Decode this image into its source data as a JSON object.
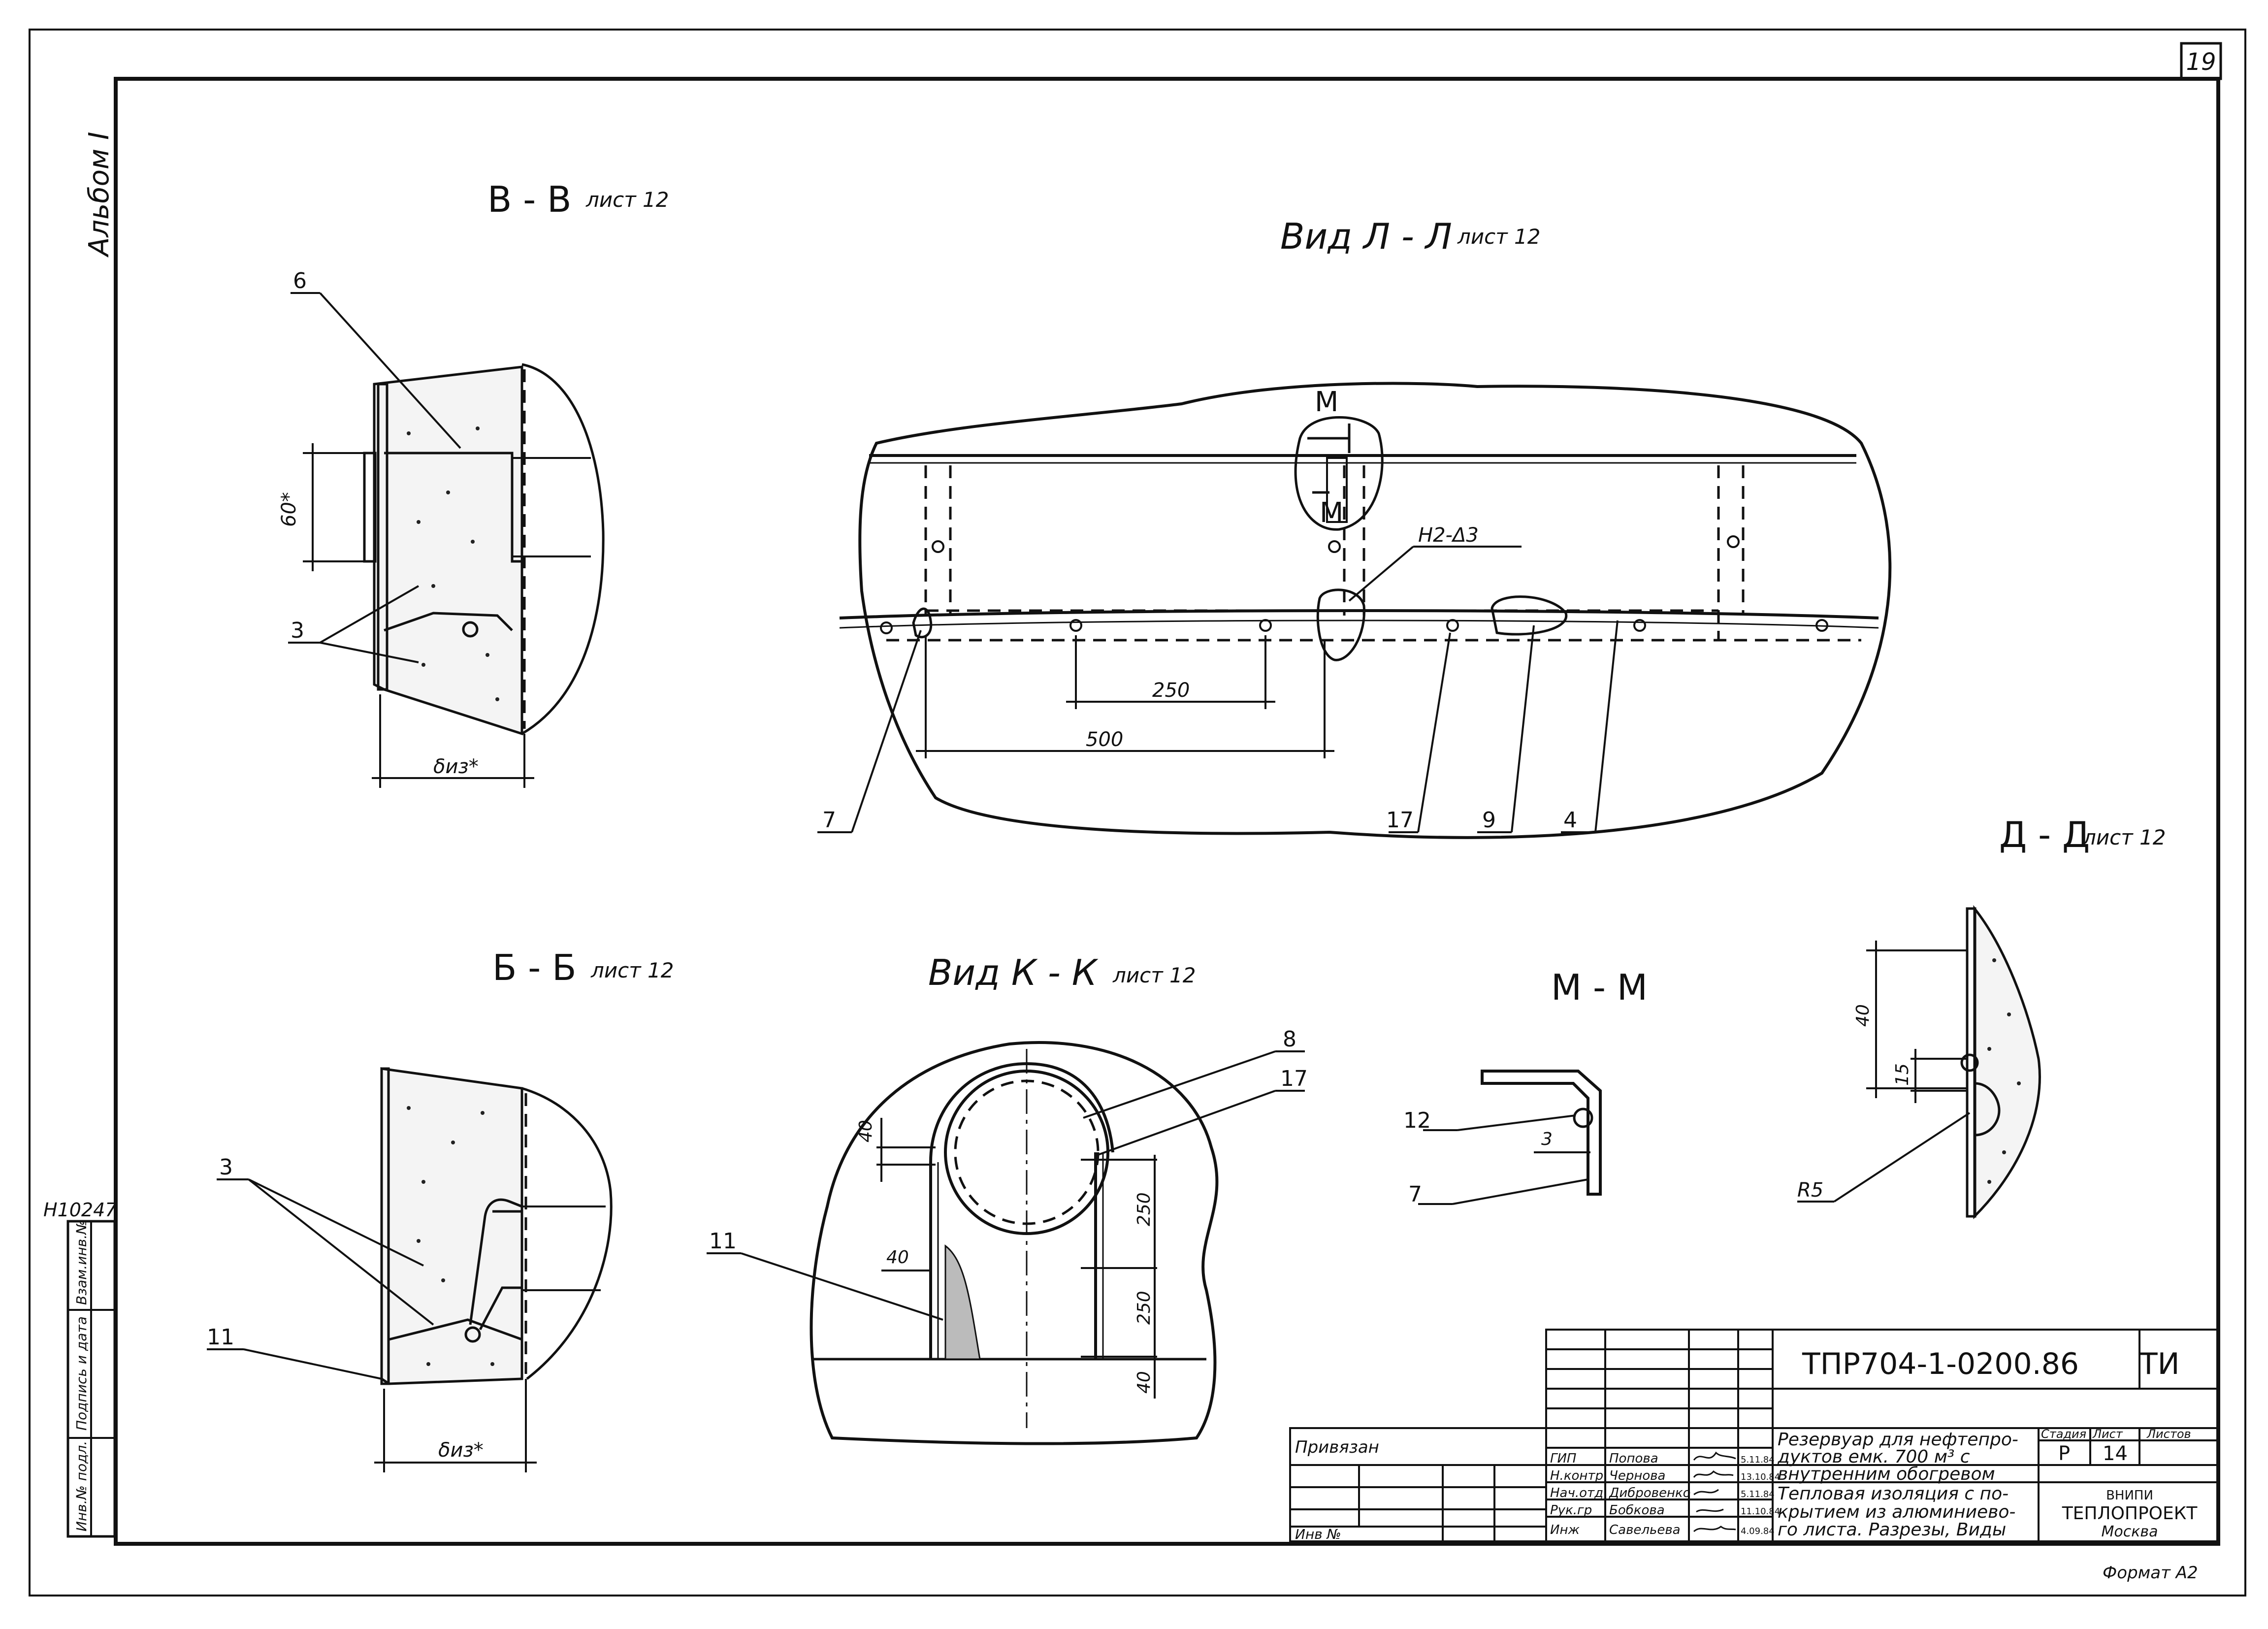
{
  "sheet": {
    "page_number": "19",
    "album": "Альбом I",
    "inventory_number": "Н10247",
    "format": "Формат А2"
  },
  "side_stamp": {
    "cells": [
      "Взам.инв.№",
      "Подпись и дата",
      "Инв.№ подл."
    ]
  },
  "views": {
    "vv": {
      "title": "В - В",
      "sheet_ref": "лист 12",
      "callouts": [
        "6",
        "3"
      ],
      "dim_height": "60*",
      "dim_width": "δиз*"
    },
    "ll": {
      "title": "Вид Л - Л",
      "sheet_ref": "лист 12",
      "section_mark": "М",
      "note": "Н2-Δ3",
      "dims": [
        "250",
        "500"
      ],
      "callouts": [
        "7",
        "17",
        "9",
        "4"
      ]
    },
    "bb": {
      "title": "Б - Б",
      "sheet_ref": "лист 12",
      "callouts": [
        "3",
        "11"
      ],
      "dim_width": "δиз*"
    },
    "kk": {
      "title": "Вид  К - К",
      "sheet_ref": "лист 12",
      "callouts": [
        "8",
        "17",
        "11"
      ],
      "dims": [
        "40",
        "40",
        "250",
        "250",
        "40"
      ]
    },
    "mm": {
      "title": "М - М",
      "callouts": [
        "12",
        "7"
      ],
      "dim": "3"
    },
    "dd": {
      "title": "Д - Д",
      "sheet_ref": "лист 12",
      "dims": [
        "40",
        "15"
      ],
      "callout": "R5"
    }
  },
  "title_block": {
    "doc_code": "ТПР704-1-0200.86",
    "mark": "ТИ",
    "privyazan": "Привязан",
    "inv_no": "Инв №",
    "object_name": [
      "Резервуар для нефтепро-",
      "дуктов  емк. 700 м³ с",
      "внутренним обогревом"
    ],
    "sheet_title": [
      "Тепловая изоляция с по-",
      "крытием из алюминиево-",
      "го листа. Разрезы, Виды"
    ],
    "columns": [
      "Стадия",
      "Лист",
      "Листов"
    ],
    "stage": "Р",
    "sheet_no": "14",
    "sheets_total": "",
    "organization": [
      "ВНИПИ",
      "ТЕПЛОПРОЕКТ",
      "Москва"
    ],
    "signatures": [
      {
        "role": "ГИП",
        "name": "Попова",
        "date": "5.11.84"
      },
      {
        "role": "Н.контр",
        "name": "Чернова",
        "date": "13.10.84"
      },
      {
        "role": "Нач.отд",
        "name": "Дибровенко",
        "date": "5.11.84"
      },
      {
        "role": "Рук.гр",
        "name": "Бобкова",
        "date": "11.10.84"
      },
      {
        "role": "Инж",
        "name": "Савельева",
        "date": "4.09.84"
      }
    ]
  }
}
